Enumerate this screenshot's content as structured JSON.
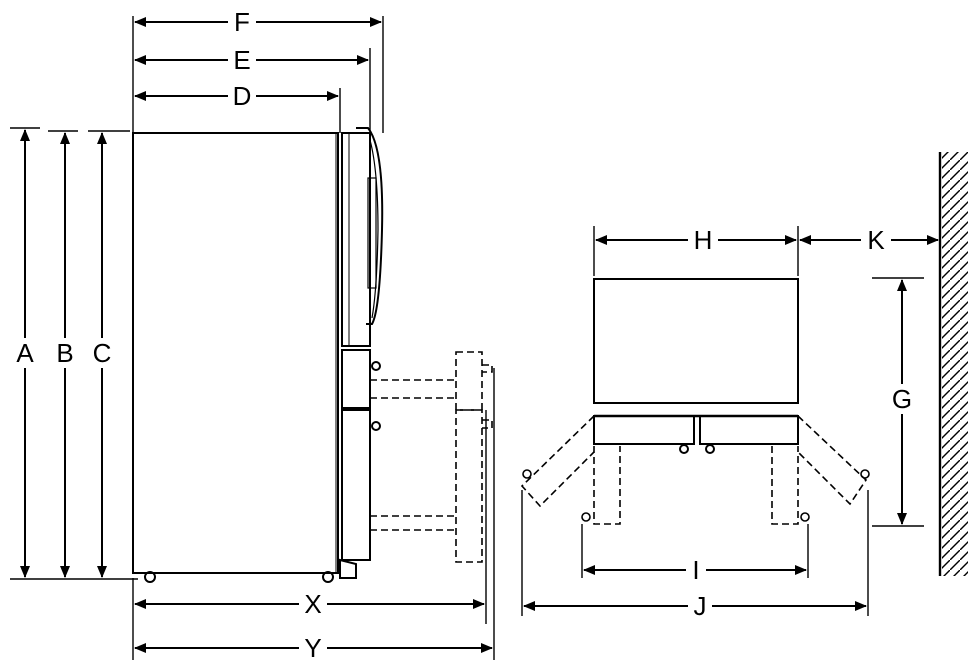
{
  "labels": {
    "A": "A",
    "B": "B",
    "C": "C",
    "D": "D",
    "E": "E",
    "F": "F",
    "G": "G",
    "H": "H",
    "I": "I",
    "J": "J",
    "K": "K",
    "X": "X",
    "Y": "Y"
  },
  "colors": {
    "line": "#000000",
    "background": "#ffffff"
  }
}
